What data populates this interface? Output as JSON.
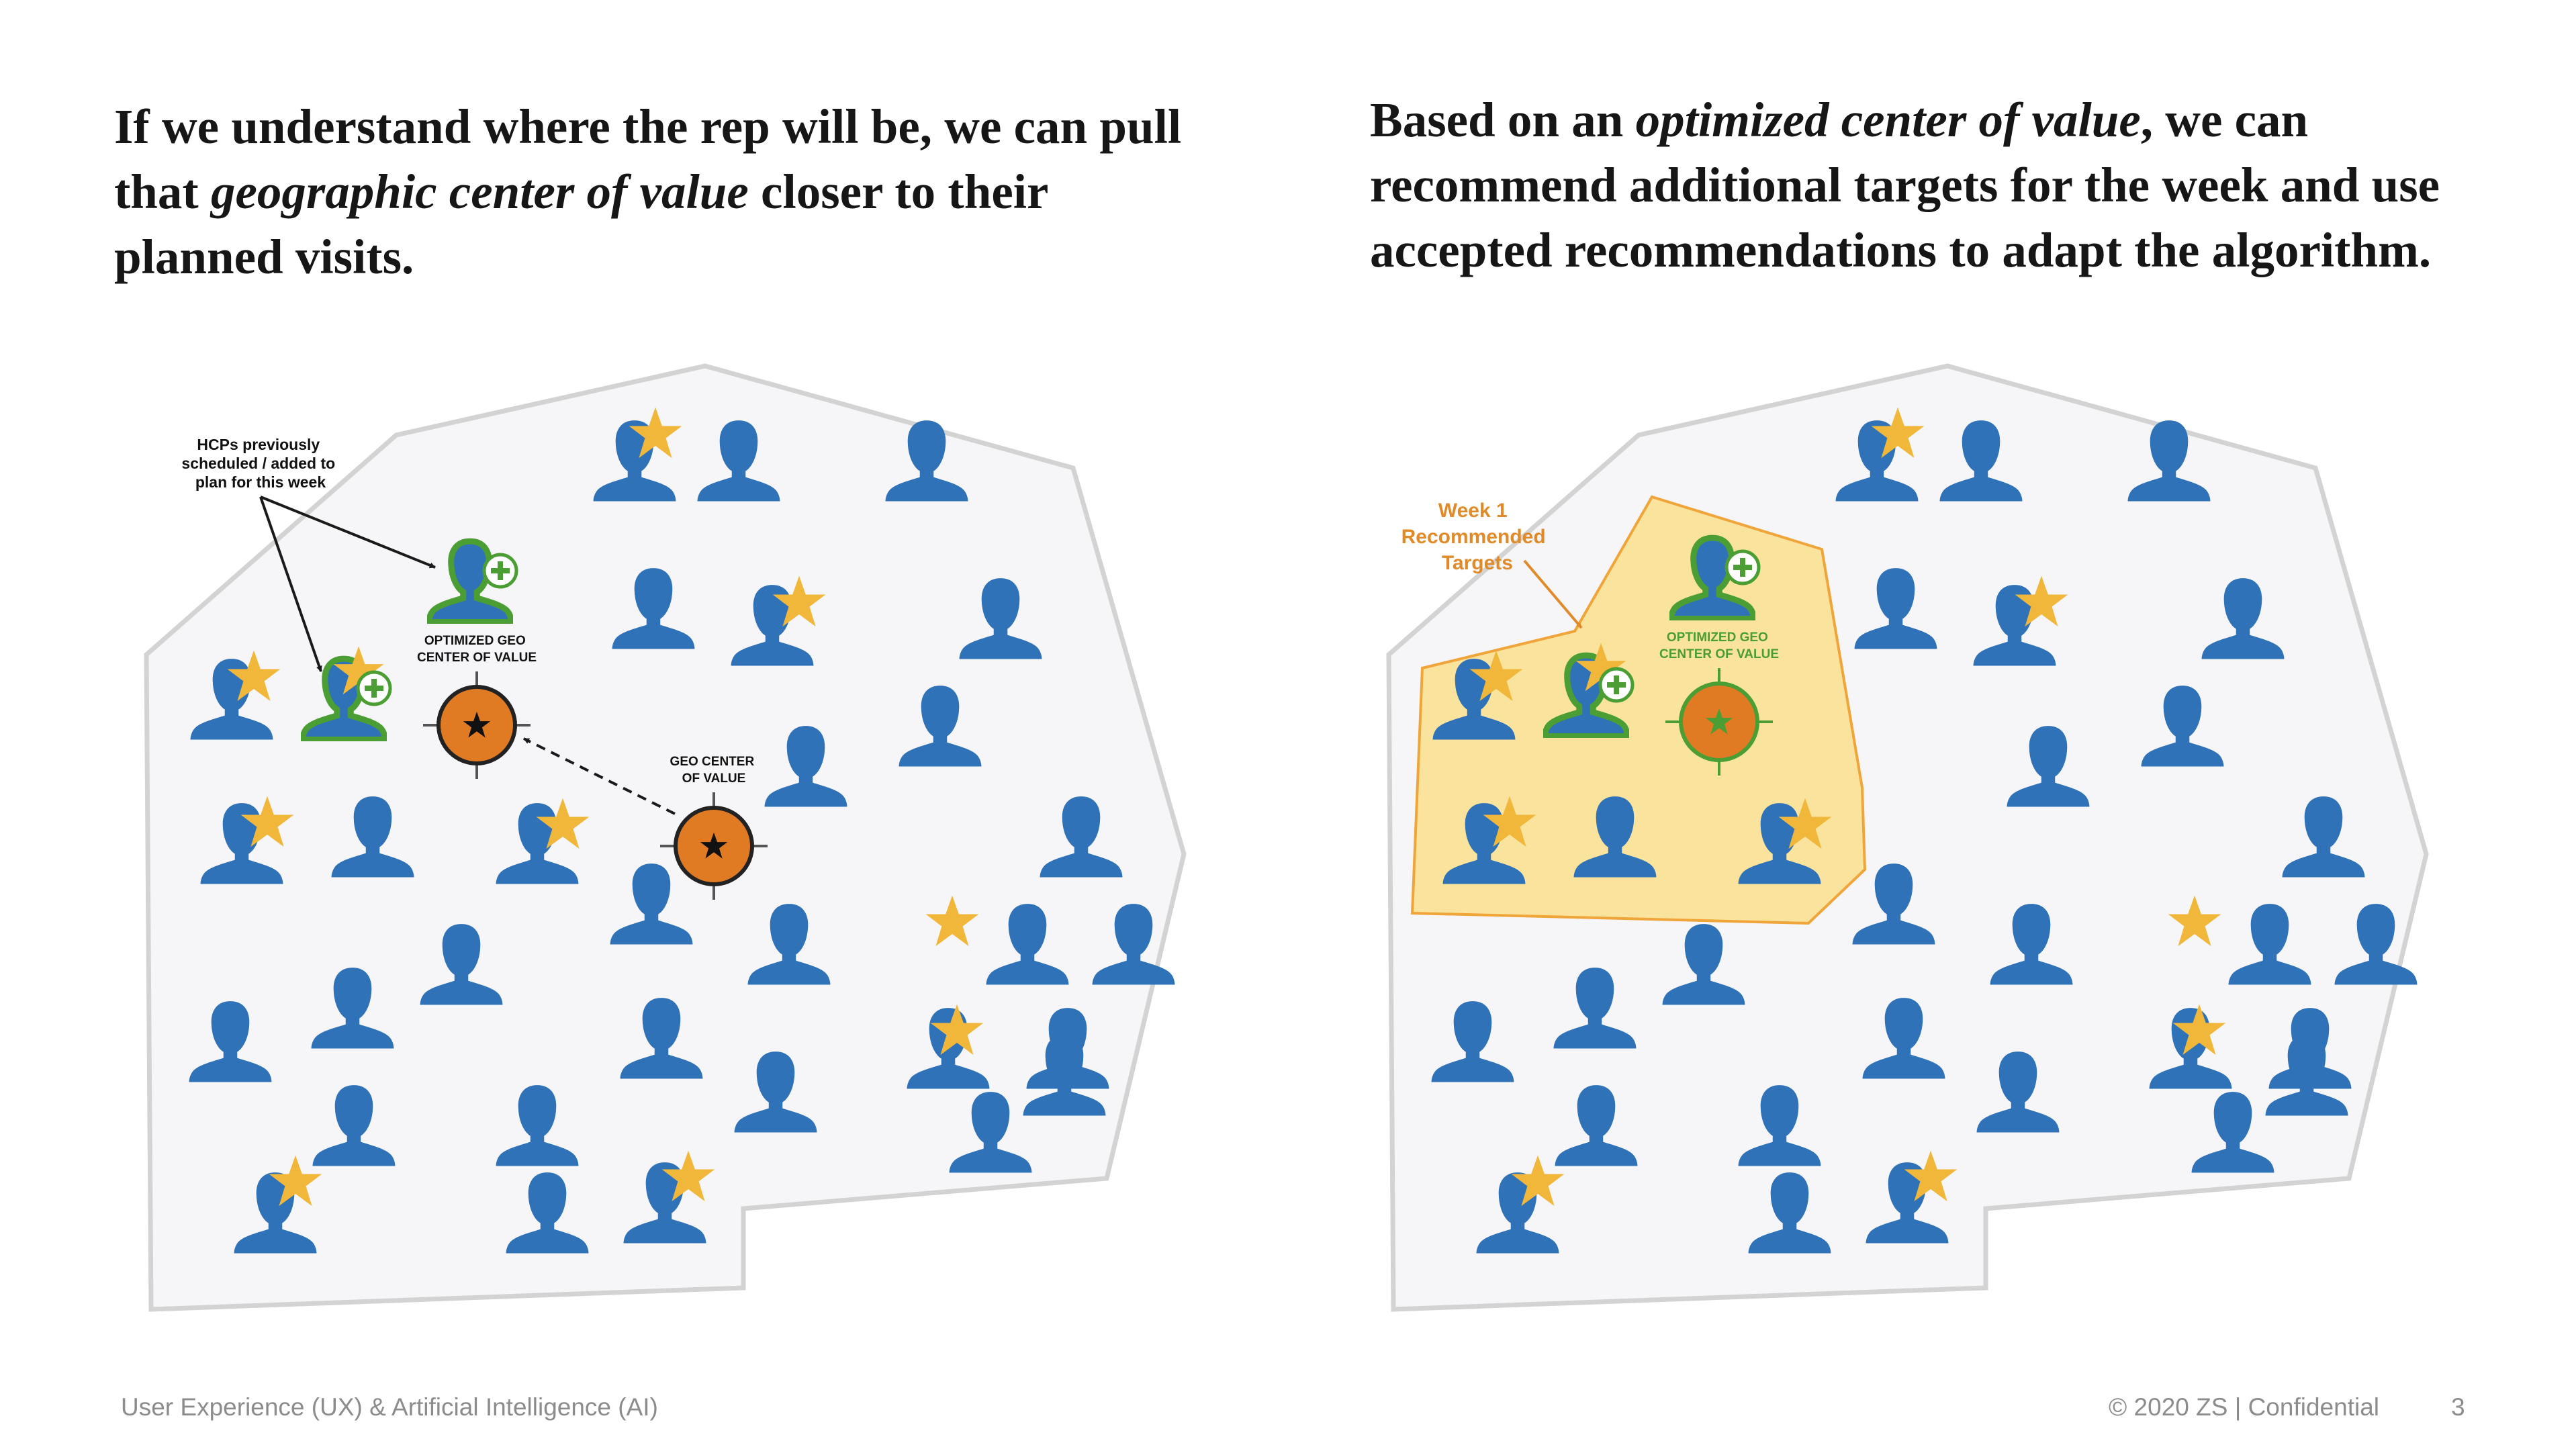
{
  "left_panel": {
    "heading_part1": "If we understand where the rep will be, we can pull that ",
    "heading_italic": "geographic center of value",
    "heading_part2": " closer to their planned visits.",
    "annotation_lines": [
      "HCPs previously",
      "scheduled / added to",
      "plan for this week"
    ],
    "optimized_label_lines": [
      "OPTIMIZED GEO",
      "CENTER OF VALUE"
    ],
    "geo_center_label_lines": [
      "GEO CENTER",
      "OF VALUE"
    ]
  },
  "right_panel": {
    "heading_part1": "Based on an ",
    "heading_italic": "optimized center of value",
    "heading_part2": ", we can recommend additional targets for the week and use accepted recommendations to adapt the algorithm.",
    "week_label_lines": [
      "Week 1",
      "Recommended",
      "Targets"
    ],
    "optimized_label_lines": [
      "OPTIMIZED GEO",
      "CENTER OF VALUE"
    ]
  },
  "footer": {
    "left": "User Experience (UX) & Artificial Intelligence (AI)",
    "right": "© 2020 ZS | Confidential",
    "page": "3"
  },
  "colors": {
    "hcp_blue": "#2f72b8",
    "star_gold": "#f0b73a",
    "planned_green": "#4a9e33",
    "center_orange": "#e07b24",
    "region_fill": "#f6f6f9",
    "region_stroke": "#d3d3d3",
    "recommended_fill": "#fae39c",
    "recommended_stroke": "#f0a53a",
    "week_label": "#e08a2a",
    "optimized_label_right": "#4a9e33"
  },
  "icons": [
    "person-icon",
    "star-icon",
    "plus-icon",
    "target-icon",
    "arrow-icon"
  ]
}
